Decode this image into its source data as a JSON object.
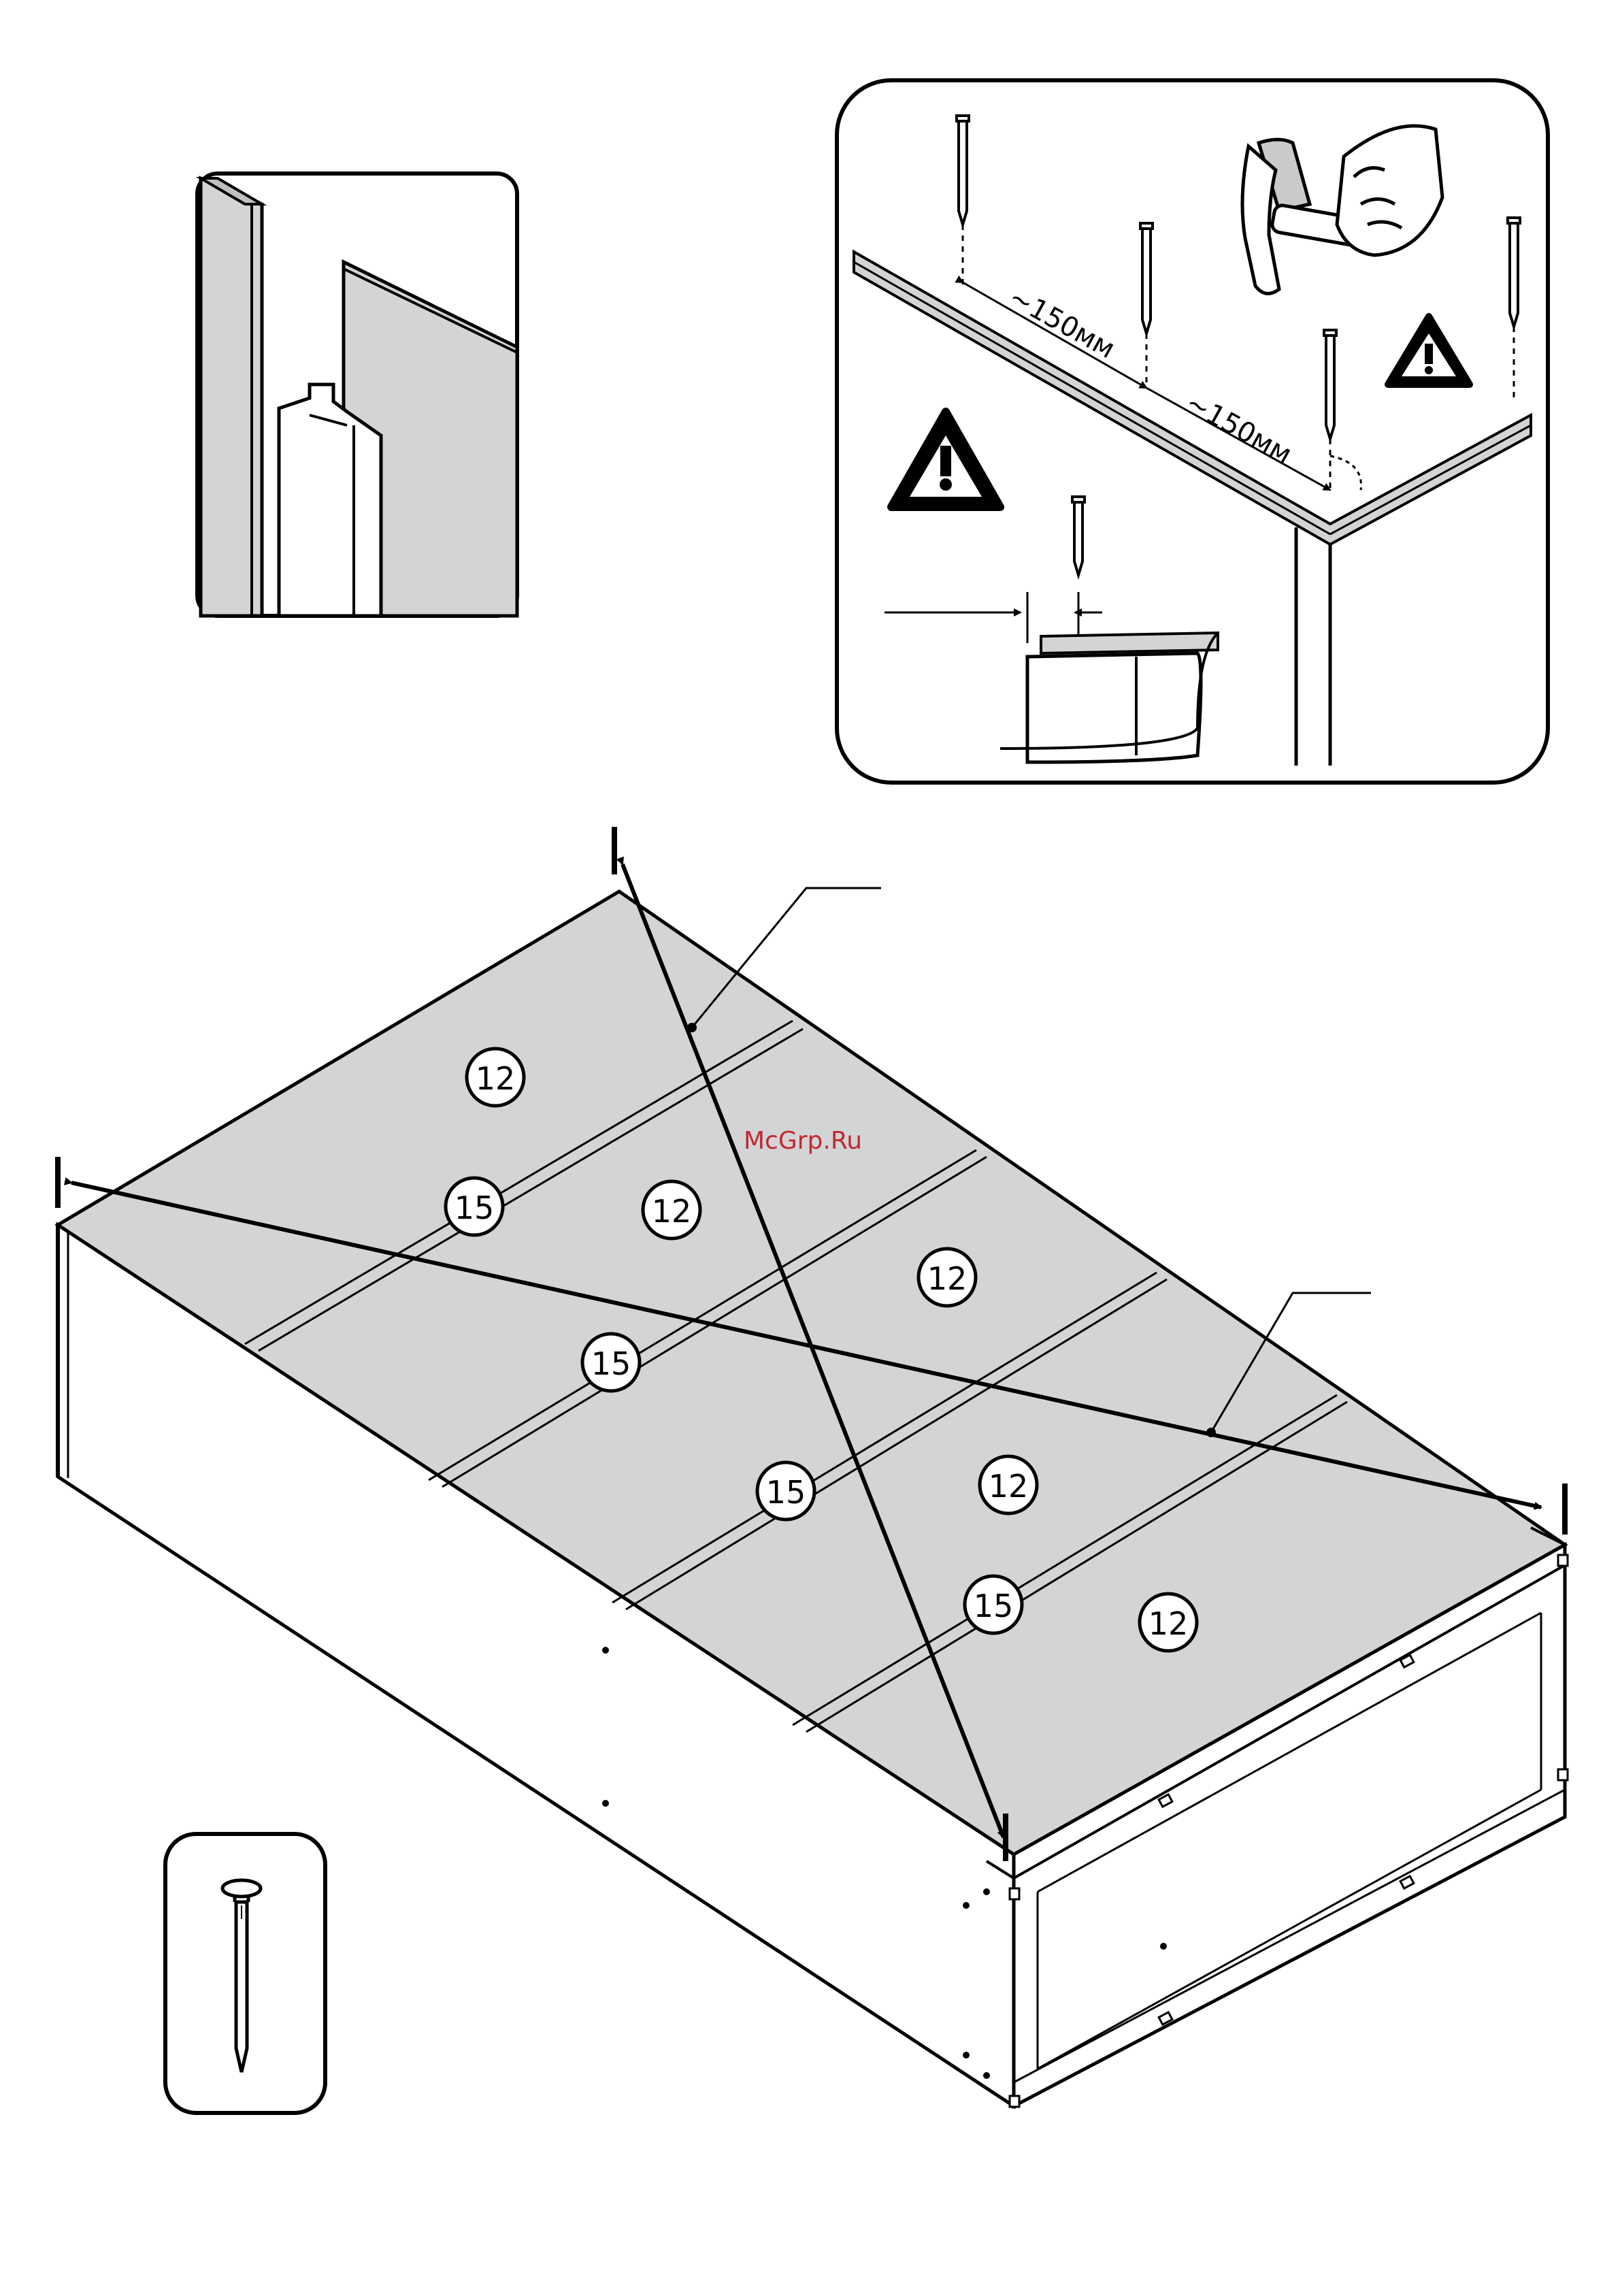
{
  "watermark": "McGrp.Ru",
  "detail_nailing": {
    "spacing_label_1": "~150мм",
    "spacing_label_2": "~150мм",
    "warning_icon": "warning-triangle-icon",
    "tool_icon": "hammer-icon"
  },
  "parts": [
    {
      "role": "panel",
      "number": "12"
    },
    {
      "role": "panel",
      "number": "12"
    },
    {
      "role": "panel",
      "number": "12"
    },
    {
      "role": "panel",
      "number": "12"
    },
    {
      "role": "panel",
      "number": "12"
    },
    {
      "role": "connector",
      "number": "15"
    },
    {
      "role": "connector",
      "number": "15"
    },
    {
      "role": "connector",
      "number": "15"
    },
    {
      "role": "connector",
      "number": "15"
    }
  ],
  "fastener": {
    "icon": "nail-icon"
  },
  "colors": {
    "panel_fill": "#d3d4d6",
    "line": "#000000",
    "watermark": "#c0282e",
    "background": "#ffffff"
  }
}
